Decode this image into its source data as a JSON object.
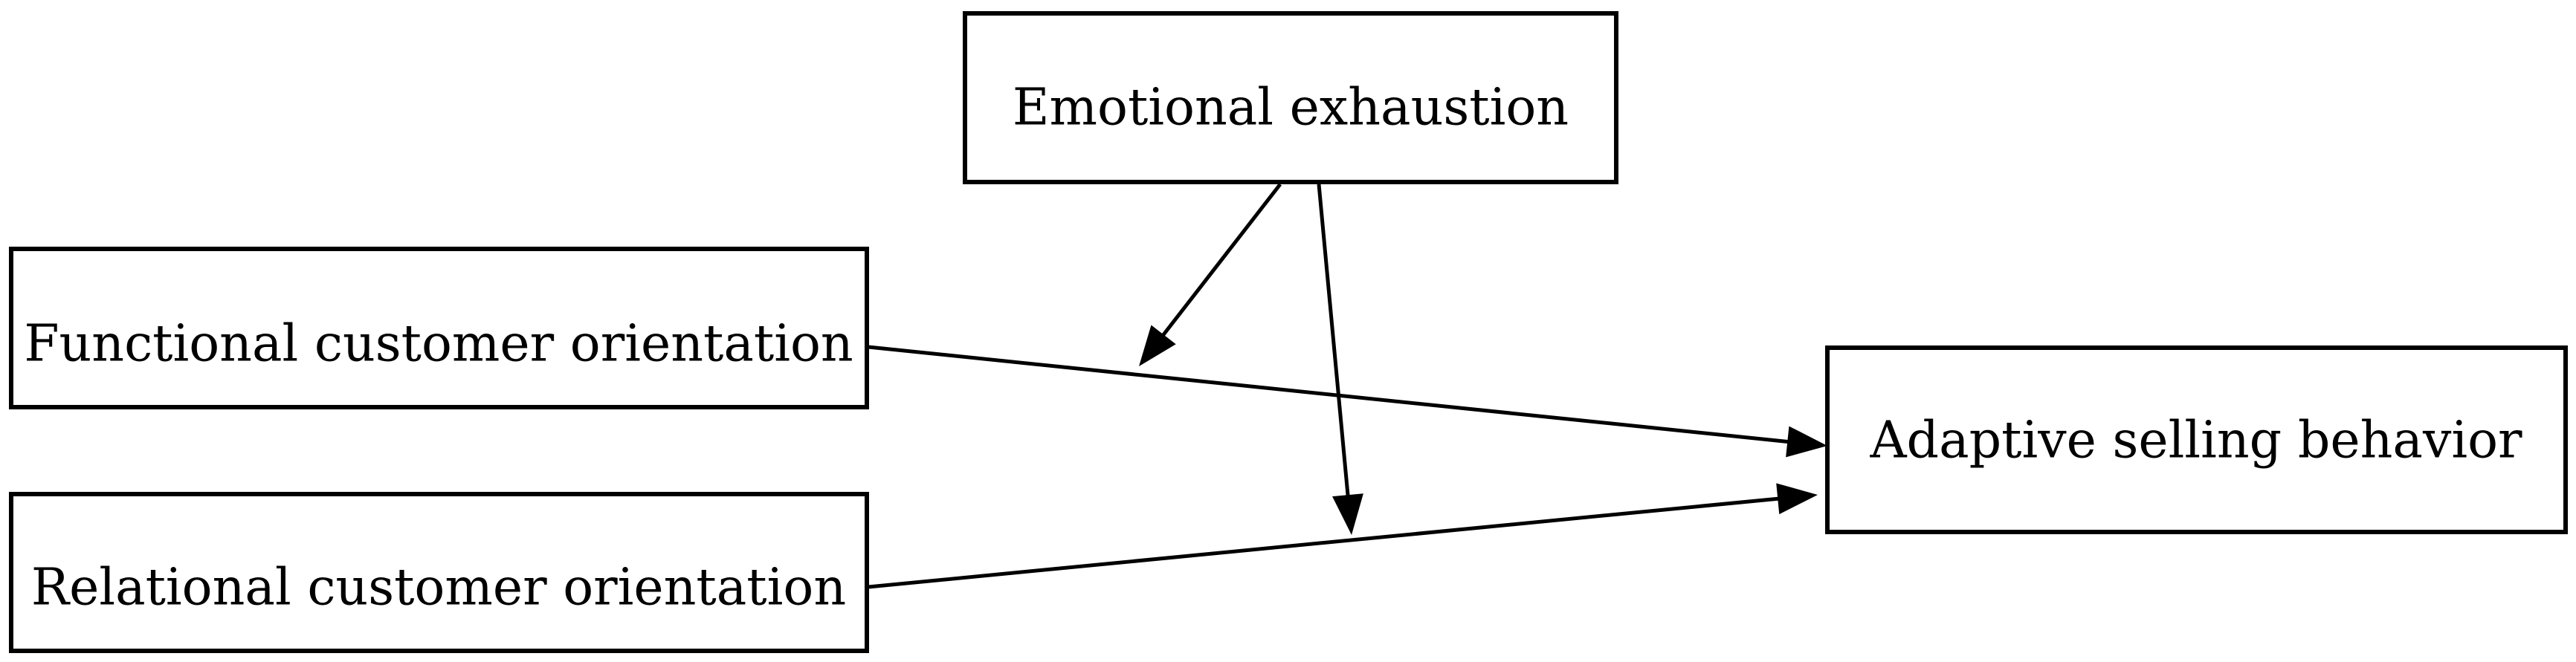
{
  "diagram": {
    "nodes": {
      "emotional_exhaustion": "Emotional exhaustion",
      "functional_customer_orientation": "Functional customer orientation",
      "relational_customer_orientation": "Relational customer orientation",
      "adaptive_selling_behavior": "Adaptive selling behavior"
    },
    "edges": [
      {
        "from": "functional_customer_orientation",
        "to": "adaptive_selling_behavior",
        "type": "direct-effect"
      },
      {
        "from": "relational_customer_orientation",
        "to": "adaptive_selling_behavior",
        "type": "direct-effect"
      },
      {
        "from": "emotional_exhaustion",
        "to": "functional_customer_orientation→adaptive_selling_behavior",
        "type": "moderation"
      },
      {
        "from": "emotional_exhaustion",
        "to": "relational_customer_orientation→adaptive_selling_behavior",
        "type": "moderation"
      }
    ]
  }
}
